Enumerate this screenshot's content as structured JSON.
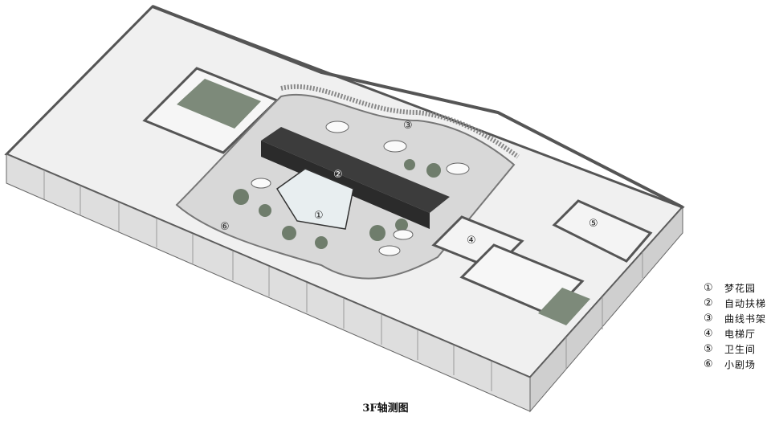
{
  "caption": "3F轴测图",
  "markers": [
    "①",
    "②",
    "③",
    "④",
    "⑤",
    "⑥"
  ],
  "legend": [
    {
      "num": "①",
      "label": "梦花园"
    },
    {
      "num": "②",
      "label": "自动扶梯"
    },
    {
      "num": "③",
      "label": "曲线书架"
    },
    {
      "num": "④",
      "label": "电梯厅"
    },
    {
      "num": "⑤",
      "label": "卫生间"
    },
    {
      "num": "⑥",
      "label": "小剧场"
    }
  ],
  "colors": {
    "floor": "#efefef",
    "wall_top": "#5a5a5a",
    "wall_face": "#dcdcdc",
    "garden": "#d6d6d6",
    "planting": "#7d8a7a",
    "dark_volume": "#3c3c3c"
  }
}
